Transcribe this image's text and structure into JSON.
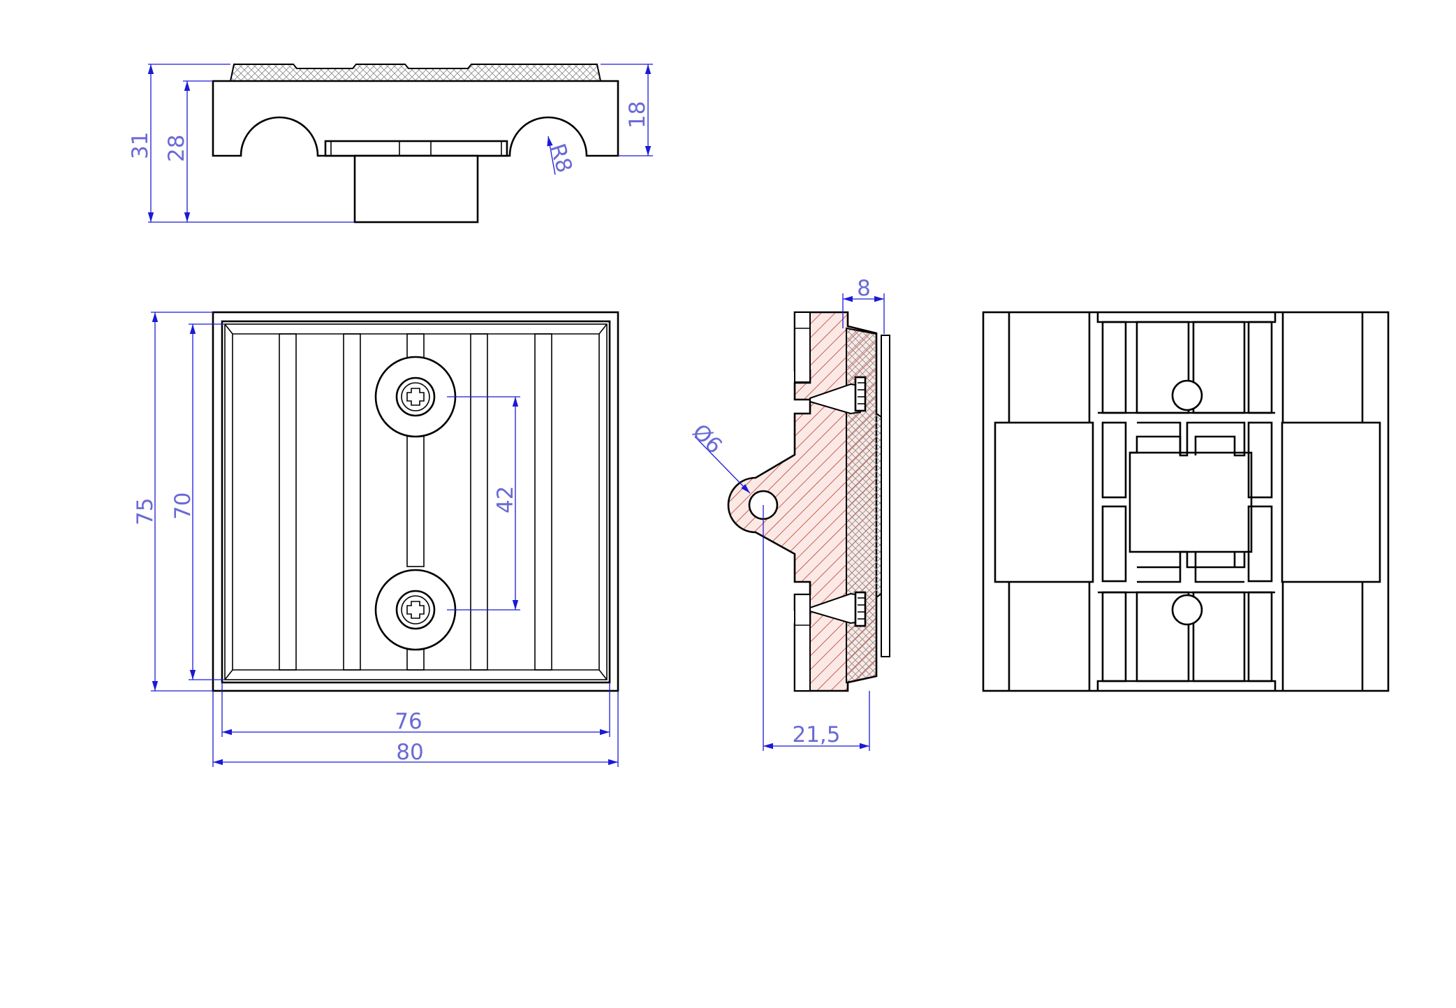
{
  "drawing": {
    "top_view": {
      "dims": {
        "total_height": "31",
        "body_height": "28",
        "pad_height": "18",
        "radius": "R8"
      }
    },
    "front_view": {
      "dims": {
        "height_outer": "75",
        "height_inner": "70",
        "screw_spacing": "42",
        "width_inner": "76",
        "width_outer": "80"
      }
    },
    "section_view": {
      "dims": {
        "pad_thickness": "8",
        "hole_diameter": "Ø6",
        "depth": "21,5"
      }
    },
    "colors": {
      "dimension": "#1a1ad6",
      "dimension_text": "#6a6ad6",
      "section_hatch": "#c0392b",
      "outline": "#000000"
    }
  }
}
